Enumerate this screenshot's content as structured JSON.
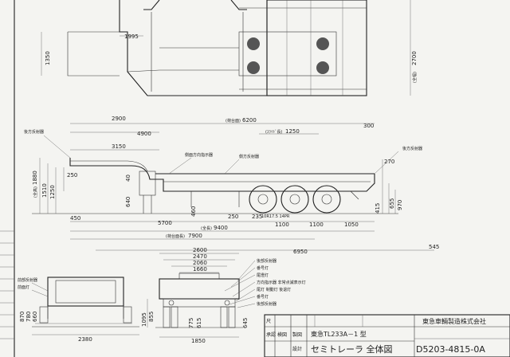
{
  "top_view": {
    "dims": {
      "left_width": "1350",
      "angle": "1995",
      "overall_width": "2700",
      "overall_width_prefix": "(全幅)"
    }
  },
  "side_view": {
    "top_dims": {
      "d2900": "2900",
      "d4900": "4900",
      "d6200": "6200",
      "d6200_prefix": "(荷台面)",
      "d300": "300",
      "d1250": "1250",
      "d1250_prefix": "(ｽﾗｲﾄﾞ長)",
      "d3150": "3150"
    },
    "left_dims": {
      "d1880": "1880",
      "d1880_prefix": "(全高)",
      "d1510": "1510",
      "d1250": "1250",
      "d250": "250",
      "d40": "40",
      "d640": "640",
      "d460": "460"
    },
    "right_dims": {
      "d270": "270",
      "d415": "415",
      "d655": "655",
      "d970": "970"
    },
    "bottom_dims": {
      "d450": "450",
      "d5700": "5700",
      "d250": "250",
      "d2352": "235",
      "tire": "10R17.5 14PR",
      "d1100a": "1100",
      "d1100b": "1100",
      "d1050": "1050",
      "d9400": "9400",
      "d9400_prefix": "(全長)",
      "d7900": "7900",
      "d7900_prefix": "(荷台面長)",
      "d6950": "6950",
      "d545": "545"
    },
    "callouts": {
      "rear_reflector_l": "後方反射器",
      "rear_reflector_r": "後方反射器",
      "direction_reflector": "側面方向指示器",
      "side_reflector": "側方反射器"
    }
  },
  "rear_view": {
    "dims": {
      "d2600": "2600",
      "d2470": "2470",
      "d2060": "2060",
      "d1660": "1660",
      "d1850": "1850",
      "d1095": "1095",
      "d855": "855",
      "d775": "775",
      "d615": "615",
      "d645": "645"
    },
    "callouts": [
      "後部反射器",
      "番号灯",
      "尾燈灯",
      "方向指示器 非常点滅表示灯",
      "尾灯 制動灯 後退灯",
      "番号灯",
      "後部反射器"
    ]
  },
  "front_view": {
    "dims": {
      "d870": "870",
      "d780": "780",
      "d660": "660",
      "d2380": "2380"
    },
    "callouts": [
      "前部反射器",
      "前面灯"
    ]
  },
  "title_block": {
    "company": "東急車輛製造株式会社",
    "model": "東急TL233A－1 型",
    "drawing_name": "セミトレーラ 全体図",
    "drawing_no": "D5203-4815-0A",
    "labels": {
      "scale": "尺",
      "approve": "承認",
      "check": "検図",
      "draw": "製図",
      "design": "設計"
    }
  }
}
